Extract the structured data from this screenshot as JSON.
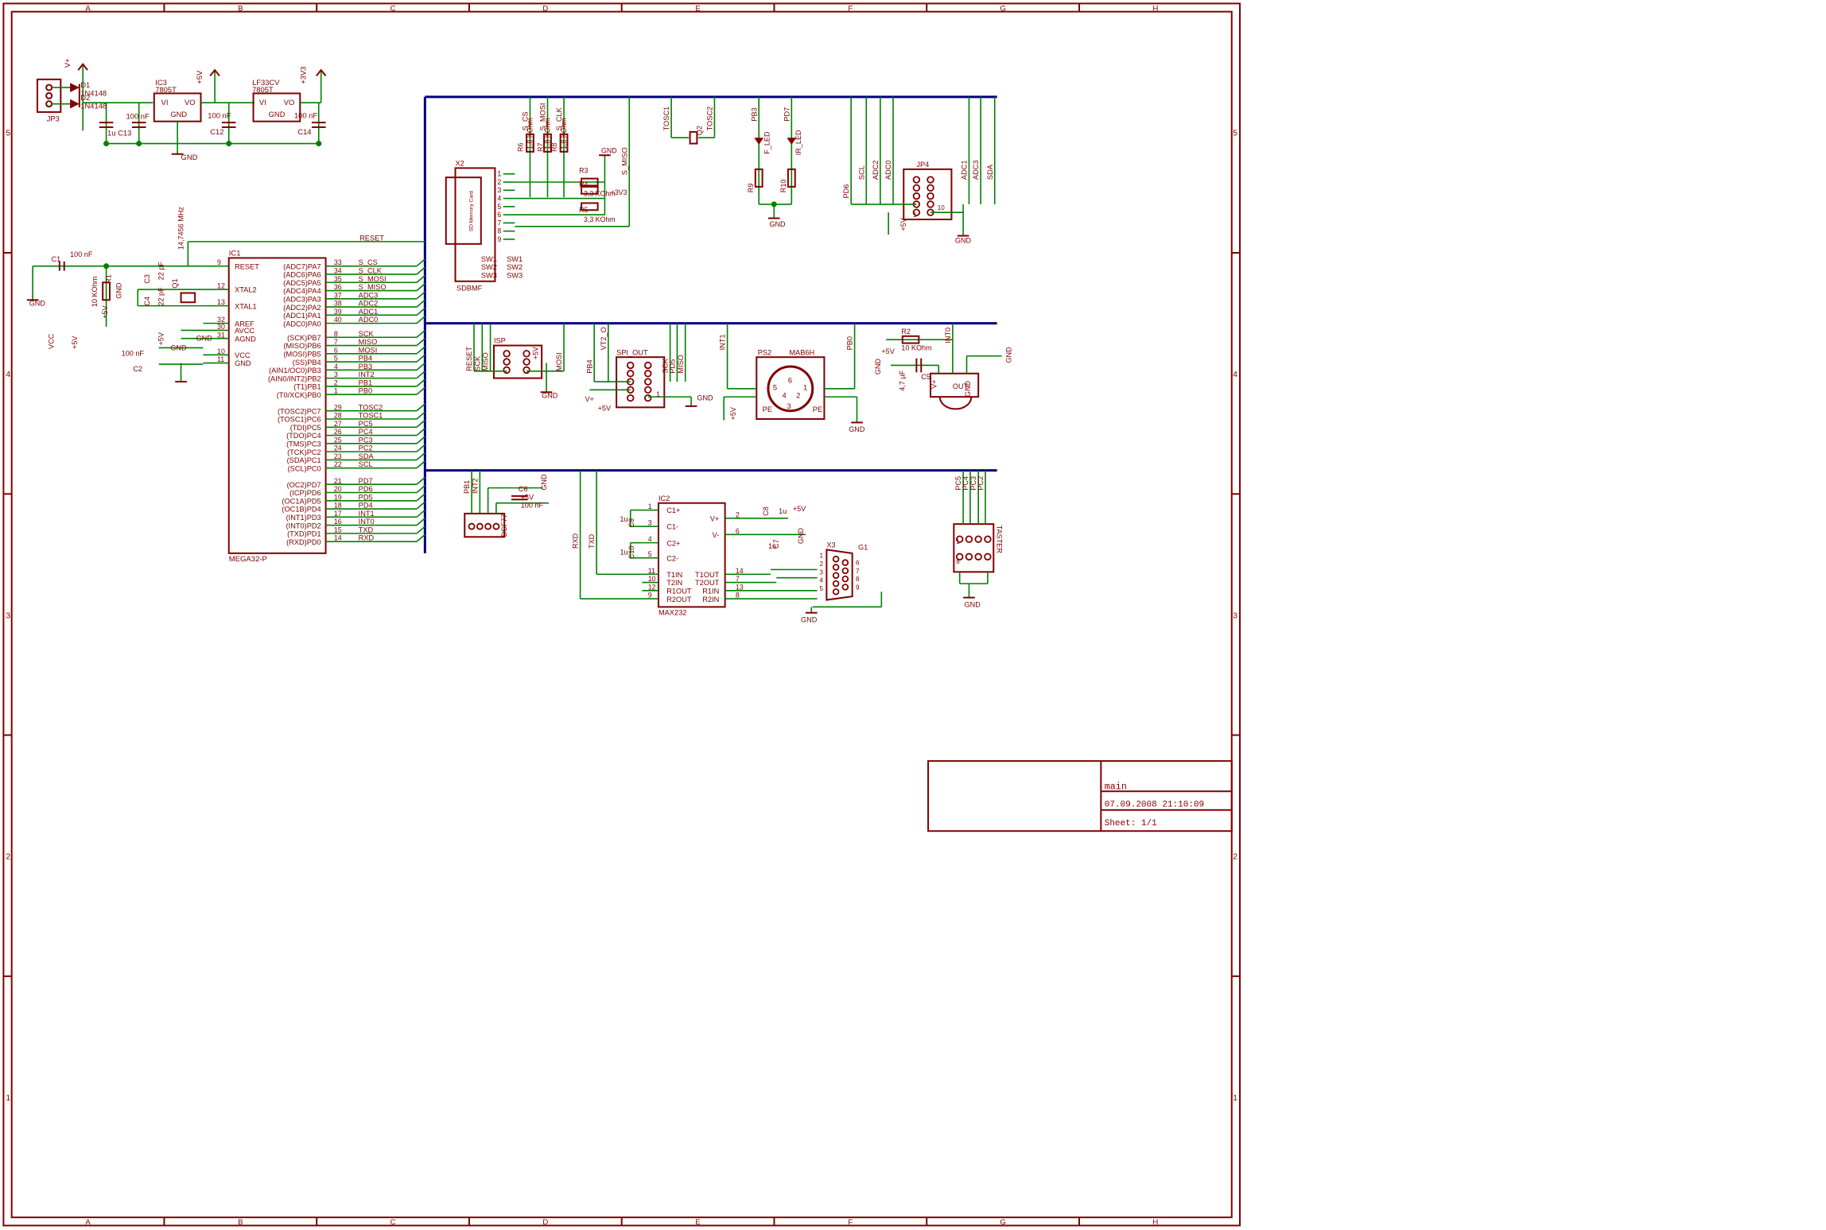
{
  "colors": {
    "frame": "#800000",
    "net": "#008000",
    "bus": "#000080",
    "part": "#800000",
    "pin": "#008000",
    "background": "#ffffff"
  },
  "frame": {
    "columns": [
      "A",
      "B",
      "C",
      "D",
      "E",
      "F",
      "G",
      "H"
    ],
    "rows": [
      "5",
      "4",
      "3",
      "2",
      "1"
    ]
  },
  "title_block": {
    "sheet_name": "main",
    "date": "07.09.2008 21:10:09",
    "sheet": "Sheet: 1/1"
  },
  "power": {
    "section": {
      "labels": [
        "V+",
        "D1",
        "1N4148",
        "D2",
        "1N4148",
        "JP3",
        "IC3",
        "7805T",
        "VI",
        "VO",
        "GND",
        "+5V",
        "100 nF",
        "C12",
        "1u C13",
        "100 nF",
        "LF33CV",
        "7805T",
        "VI",
        "VO",
        "GND",
        "+3V3",
        "100 nF",
        "C14",
        "GND"
      ]
    }
  },
  "mcu": {
    "name": "IC1",
    "value": "MEGA32-P",
    "left_pins": [
      {
        "name": "RESET",
        "num": "9"
      },
      {
        "name": "XTAL2",
        "num": "12"
      },
      {
        "name": "XTAL1",
        "num": "13"
      },
      {
        "name": "AREF",
        "num": "32"
      },
      {
        "name": "AVCC",
        "num": "30"
      },
      {
        "name": "AGND",
        "num": "31"
      },
      {
        "name": "VCC",
        "num": "10"
      },
      {
        "name": "GND",
        "num": "11"
      }
    ],
    "right_pins": [
      {
        "name": "(ADC7)PA7",
        "num": "33",
        "net": "S_CS"
      },
      {
        "name": "(ADC6)PA6",
        "num": "34",
        "net": "S_CLK"
      },
      {
        "name": "(ADC5)PA5",
        "num": "35",
        "net": "S_MOSI"
      },
      {
        "name": "(ADC4)PA4",
        "num": "36",
        "net": "S_MISO"
      },
      {
        "name": "(ADC3)PA3",
        "num": "37",
        "net": "ADC3"
      },
      {
        "name": "(ADC2)PA2",
        "num": "38",
        "net": "ADC2"
      },
      {
        "name": "(ADC1)PA1",
        "num": "39",
        "net": "ADC1"
      },
      {
        "name": "(ADC0)PA0",
        "num": "40",
        "net": "ADC0"
      },
      {
        "name": "(SCK)PB7",
        "num": "8",
        "net": "SCK"
      },
      {
        "name": "(MISO)PB6",
        "num": "7",
        "net": "MISO"
      },
      {
        "name": "(MOSI)PB5",
        "num": "6",
        "net": "MOSI"
      },
      {
        "name": "(SS)PB4",
        "num": "5",
        "net": "PB4"
      },
      {
        "name": "(AIN1/OC0)PB3",
        "num": "4",
        "net": "PB3"
      },
      {
        "name": "(AIN0/INT2)PB2",
        "num": "3",
        "net": "INT2"
      },
      {
        "name": "(T1)PB1",
        "num": "2",
        "net": "PB1"
      },
      {
        "name": "(T0/XCK)PB0",
        "num": "1",
        "net": "PB0"
      },
      {
        "name": "(TOSC2)PC7",
        "num": "29",
        "net": "TOSC2"
      },
      {
        "name": "(TOSC1)PC6",
        "num": "28",
        "net": "TOSC1"
      },
      {
        "name": "(TDI)PC5",
        "num": "27",
        "net": "PC5"
      },
      {
        "name": "(TDO)PC4",
        "num": "26",
        "net": "PC4"
      },
      {
        "name": "(TMS)PC3",
        "num": "25",
        "net": "PC3"
      },
      {
        "name": "(TCK)PC2",
        "num": "24",
        "net": "PC2"
      },
      {
        "name": "(SDA)PC1",
        "num": "23",
        "net": "SDA"
      },
      {
        "name": "(SCL)PC0",
        "num": "22",
        "net": "SCL"
      },
      {
        "name": "(OC2)PD7",
        "num": "21",
        "net": "PD7"
      },
      {
        "name": "(ICP)PD6",
        "num": "20",
        "net": "PD6"
      },
      {
        "name": "(OC1A)PD5",
        "num": "19",
        "net": "PD5"
      },
      {
        "name": "(OC1B)PD4",
        "num": "18",
        "net": "PD4"
      },
      {
        "name": "(INT1)PD3",
        "num": "17",
        "net": "INT1"
      },
      {
        "name": "(INT0)PD2",
        "num": "16",
        "net": "INT0"
      },
      {
        "name": "(TXD)PD1",
        "num": "15",
        "net": "TXD"
      },
      {
        "name": "(RXD)PD0",
        "num": "14",
        "net": "RXD"
      }
    ],
    "reset_net": "RESET",
    "misc": [
      "C1",
      "100 nF",
      "GND",
      "R1",
      "10 KOhm",
      "+5V",
      "C3",
      "C4",
      "22 pF",
      "22 pF",
      "Q1",
      "14,7456 MHz",
      "GND",
      "VCC",
      "+5V",
      "100 nF",
      "C2",
      "GND",
      "+5V",
      "GND"
    ]
  },
  "sd": {
    "name": "X2",
    "value": "SDBMF",
    "card": "SD Memory Card",
    "pins": [
      "1",
      "2",
      "3",
      "4",
      "5",
      "6",
      "7",
      "8",
      "9"
    ],
    "switches": [
      "SW1",
      "SW2",
      "SW3"
    ],
    "nets": [
      "S_CS",
      "S_MOSI",
      "S_CLK",
      "S_MISO"
    ],
    "resistors": [
      "R6",
      "1,8 KOhm",
      "R7",
      "1,8 KOhm",
      "R8",
      "1,8 KOhm",
      "R3",
      "R4",
      "3,3 KOhm",
      "R5",
      "3,3 KOhm",
      "+3V3",
      "GND"
    ]
  },
  "osc2": {
    "nets": [
      "TOSC1",
      "TOSC2"
    ],
    "name": "Q2"
  },
  "leds": {
    "nets": [
      "PB3",
      "PD7"
    ],
    "labels": [
      "F_LED",
      "IR_LED",
      "R9",
      "R10",
      "GND"
    ]
  },
  "jp4": {
    "name": "JP4",
    "nets": [
      "PD6",
      "SCL",
      "ADC2",
      "ADC0",
      "ADC1",
      "ADC3",
      "SDA"
    ],
    "pins": [
      "1",
      "10"
    ],
    "labels": [
      "+5V",
      "GND"
    ]
  },
  "isp": {
    "name": "ISP",
    "nets": [
      "RESET",
      "SCK",
      "MISO",
      "MOSI"
    ],
    "labels": [
      "+5V",
      "GND"
    ]
  },
  "spi_out": {
    "name": "SPI_OUT",
    "nets": [
      "PB4",
      "VT2_O",
      "SCK",
      "PD5",
      "MISO"
    ],
    "labels": [
      "V+",
      "+5V",
      "GND",
      "1"
    ]
  },
  "ps2": {
    "name": "PS2",
    "value": "MAB6H",
    "nets": [
      "INT1",
      "PB0"
    ],
    "pins": [
      "6",
      "5",
      "4",
      "1",
      "2",
      "3",
      "PE",
      "PE"
    ],
    "labels": [
      "+5V",
      "GND"
    ]
  },
  "ir": {
    "labels": [
      "R2",
      "10 KOhm",
      "+5V",
      "INT0",
      "GND",
      "4,7 µF",
      "C5",
      "V+",
      "OUT",
      "GND",
      "GND"
    ]
  },
  "dcf": {
    "nets": [
      "PB1",
      "INT2"
    ],
    "labels": [
      "C6",
      "+5V",
      "100 nF",
      "GND",
      "DCF77"
    ]
  },
  "max232": {
    "name": "IC2",
    "value": "MAX232",
    "left_pins": [
      {
        "name": "C1+",
        "num": "1"
      },
      {
        "name": "C1-",
        "num": "3"
      },
      {
        "name": "C2+",
        "num": "4"
      },
      {
        "name": "C2-",
        "num": "5"
      },
      {
        "name": "T1IN",
        "num": "11"
      },
      {
        "name": "T2IN",
        "num": "10"
      },
      {
        "name": "R1OUT",
        "num": "12"
      },
      {
        "name": "R2OUT",
        "num": "9"
      }
    ],
    "right_pins": [
      {
        "name": "V+",
        "num": "2"
      },
      {
        "name": "V-",
        "num": "6"
      },
      {
        "name": "T1OUT",
        "num": "14"
      },
      {
        "name": "T2OUT",
        "num": "7"
      },
      {
        "name": "R1IN",
        "num": "13"
      },
      {
        "name": "R2IN",
        "num": "8"
      }
    ],
    "nets": [
      "RXD",
      "TXD"
    ],
    "labels": [
      "1u",
      "C9",
      "1u",
      "C10",
      "C8",
      "1u",
      "+5V",
      "1u",
      "C7",
      "GND"
    ]
  },
  "x3": {
    "name": "X3",
    "gnd": "G1",
    "pins": [
      "1",
      "2",
      "3",
      "4",
      "5",
      "6",
      "7",
      "8",
      "9"
    ],
    "labels": [
      "GND"
    ]
  },
  "taster": {
    "name": "TASTER",
    "nets": [
      "PC5",
      "PC4",
      "PC3",
      "PC2"
    ],
    "pins": [
      "1",
      "8"
    ],
    "labels": [
      "GND"
    ]
  }
}
